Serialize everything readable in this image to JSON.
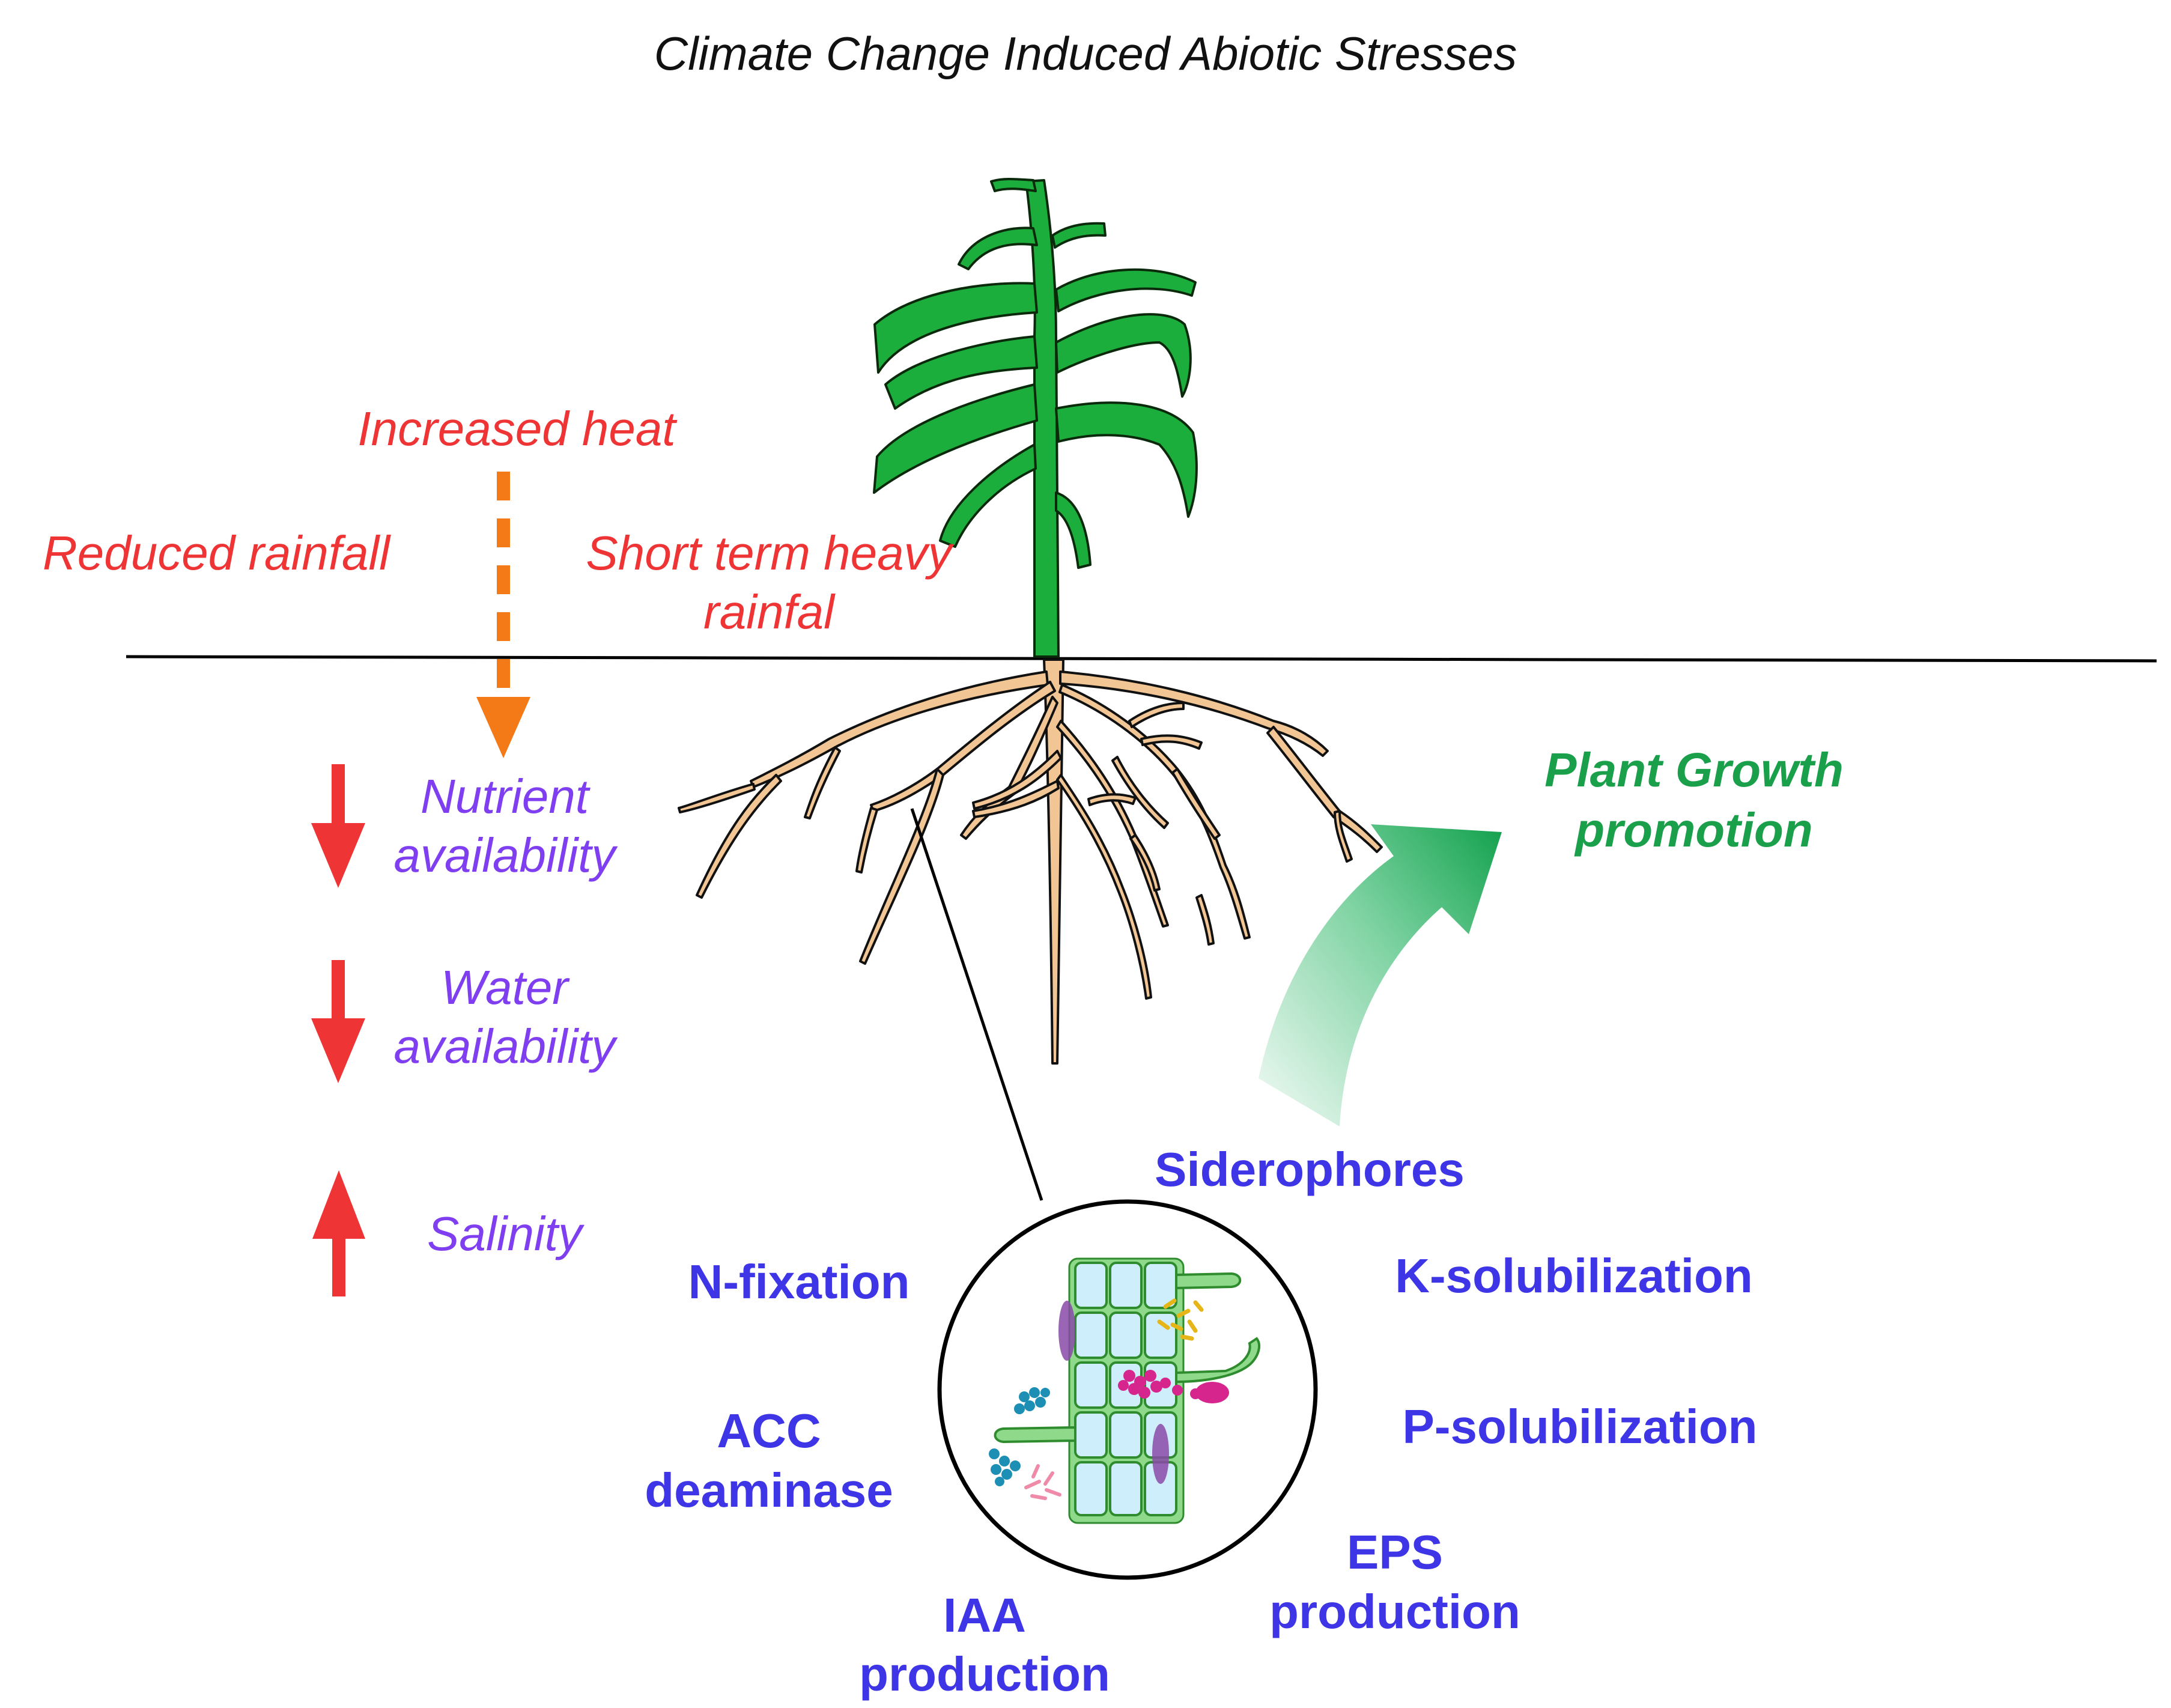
{
  "title": "Climate Change Induced Abiotic Stresses",
  "stresses": {
    "heat": "Increased heat",
    "reduced_rainfall": "Reduced rainfall",
    "heavy_rainfall_line1": "Short term heavy",
    "heavy_rainfall_line2": "rainfal"
  },
  "effects": {
    "nutrient_line1": "Nutrient",
    "nutrient_line2": "availability",
    "water_line1": "Water",
    "water_line2": "availability",
    "salinity": "Salinity"
  },
  "mechanisms": {
    "siderophores": "Siderophores",
    "n_fixation": "N-fixation",
    "k_solubilization": "K-solubilization",
    "acc_line1": "ACC",
    "acc_line2": "deaminase",
    "p_solubilization": "P-solubilization",
    "eps_line1": "EPS",
    "eps_line2": "production",
    "iaa_line1": "IAA",
    "iaa_line2": "production"
  },
  "outcome": {
    "line1": "Plant Growth",
    "line2": "promotion"
  },
  "colors": {
    "stress_text": "#ee3434",
    "effect_text": "#7f3ff1",
    "mechanism_text": "#3d35e6",
    "outcome_text": "#1aa04b",
    "heat_arrow": "#f47a18",
    "change_arrows": "#ee3434",
    "plant_green": "#1cae3c",
    "root_tan": "#f1c594"
  },
  "icons": {
    "heat_arrow": "dashed-down-arrow-icon",
    "decrease": "down-arrow-icon",
    "increase": "up-arrow-icon",
    "growth": "curved-up-arrow-icon",
    "plant": "maize-plant-icon",
    "roots": "root-system-icon",
    "microbes": "root-cells-microbes-icon"
  }
}
